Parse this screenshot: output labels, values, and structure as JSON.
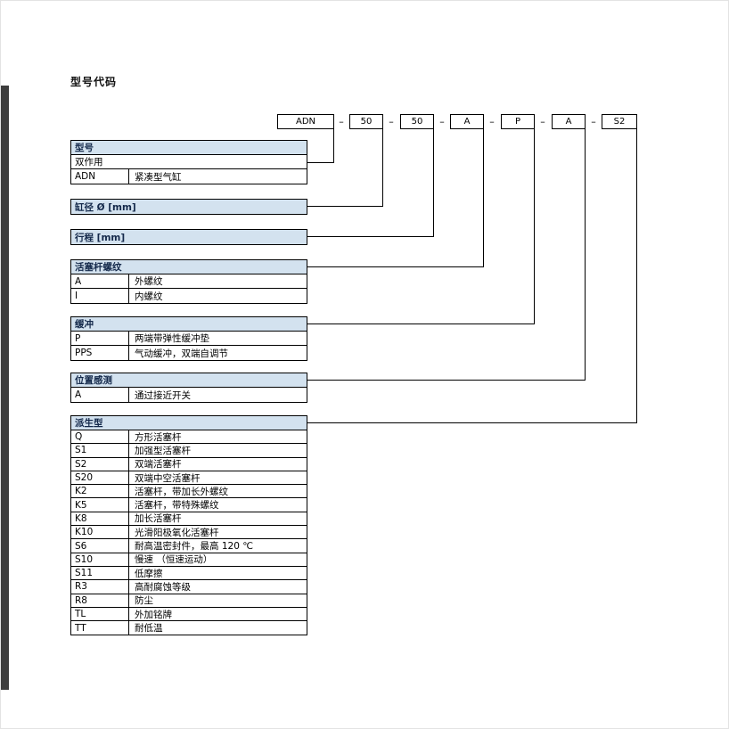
{
  "doc": {
    "title": "型号代码"
  },
  "ordering_code": {
    "separator": "–",
    "segments": [
      {
        "code": "ADN"
      },
      {
        "code": "50"
      },
      {
        "code": "50"
      },
      {
        "code": "A"
      },
      {
        "code": "P"
      },
      {
        "code": "A"
      },
      {
        "code": "S2"
      }
    ]
  },
  "tables": [
    {
      "header": "型号",
      "rows": [
        [
          "双作用"
        ],
        [
          "ADN",
          "紧凑型气缸"
        ]
      ]
    },
    {
      "header": "缸径 Ø [mm]",
      "rows": []
    },
    {
      "header": "行程 [mm]",
      "rows": []
    },
    {
      "header": "活塞杆螺纹",
      "rows": [
        [
          "A",
          "外螺纹"
        ],
        [
          "I",
          "内螺纹"
        ]
      ]
    },
    {
      "header": "缓冲",
      "rows": [
        [
          "P",
          "两端带弹性缓冲垫"
        ],
        [
          "PPS",
          "气动缓冲，双端自调节"
        ]
      ]
    },
    {
      "header": "位置感测",
      "rows": [
        [
          "A",
          "通过接近开关"
        ]
      ]
    },
    {
      "header": "派生型",
      "rows": [
        [
          "Q",
          "方形活塞杆"
        ],
        [
          "S1",
          "加强型活塞杆"
        ],
        [
          "S2",
          "双端活塞杆"
        ],
        [
          "S20",
          "双端中空活塞杆"
        ],
        [
          "K2",
          "活塞杆，带加长外螺纹"
        ],
        [
          "K5",
          "活塞杆，带特殊螺纹"
        ],
        [
          "K8",
          "加长活塞杆"
        ],
        [
          "K10",
          "光滑阳极氧化活塞杆"
        ],
        [
          "S6",
          "耐高温密封件，最高 120 ℃"
        ],
        [
          "S10",
          "慢速 （恒速运动）"
        ],
        [
          "S11",
          "低摩擦"
        ],
        [
          "R3",
          "高耐腐蚀等级"
        ],
        [
          "R8",
          "防尘"
        ],
        [
          "TL",
          "外加铭牌"
        ],
        [
          "TT",
          "耐低温"
        ]
      ]
    }
  ]
}
